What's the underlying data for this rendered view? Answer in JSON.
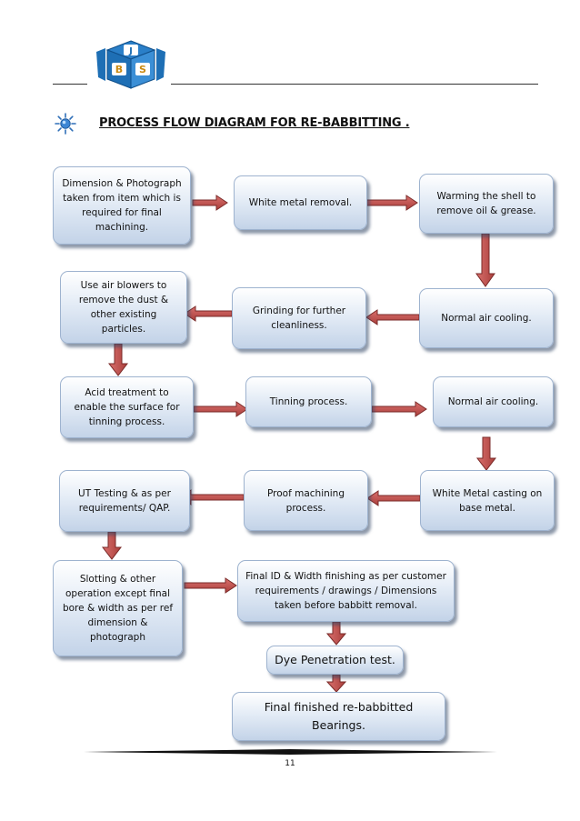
{
  "header": {
    "logo": {
      "letters": [
        "J",
        "B",
        "S"
      ],
      "colors": {
        "primary": "#1e6fb5",
        "accent": "#e2b23a"
      }
    },
    "title": "PROCESS FLOW DIAGRAM FOR RE-BABBITTING .",
    "bullet_icon": "sun-icon"
  },
  "flow": {
    "steps": [
      {
        "id": "s1",
        "text": "Dimension & Photograph taken from item which is required for final machining."
      },
      {
        "id": "s2",
        "text": "White metal removal."
      },
      {
        "id": "s3",
        "text": "Warming the shell to remove oil & grease."
      },
      {
        "id": "s4",
        "text": "Normal air cooling."
      },
      {
        "id": "s5",
        "text": "Grinding for further cleanliness."
      },
      {
        "id": "s6",
        "text": "Use air blowers to remove the dust & other existing particles."
      },
      {
        "id": "s7",
        "text": "Acid treatment to enable the surface for tinning process."
      },
      {
        "id": "s8",
        "text": "Tinning process."
      },
      {
        "id": "s9",
        "text": "Normal air cooling."
      },
      {
        "id": "s10",
        "text": "White Metal casting on base metal."
      },
      {
        "id": "s11",
        "text": "Proof machining process."
      },
      {
        "id": "s12",
        "text": "UT Testing & as per requirements/ QAP."
      },
      {
        "id": "s13",
        "text": "Slotting & other operation except final bore & width as per ref dimension & photograph"
      },
      {
        "id": "s14",
        "text": "Final ID & Width finishing as per customer requirements / drawings / Dimensions taken before babbitt removal."
      },
      {
        "id": "s15",
        "text": "Dye Penetration test."
      },
      {
        "id": "s16",
        "text": "Final finished re-babbitted Bearings."
      }
    ],
    "colors": {
      "box_border": "#9eb3cf",
      "arrow_fill": "#c0504d",
      "arrow_stroke": "#7a2a28"
    }
  },
  "footer": {
    "page_number": "11"
  }
}
